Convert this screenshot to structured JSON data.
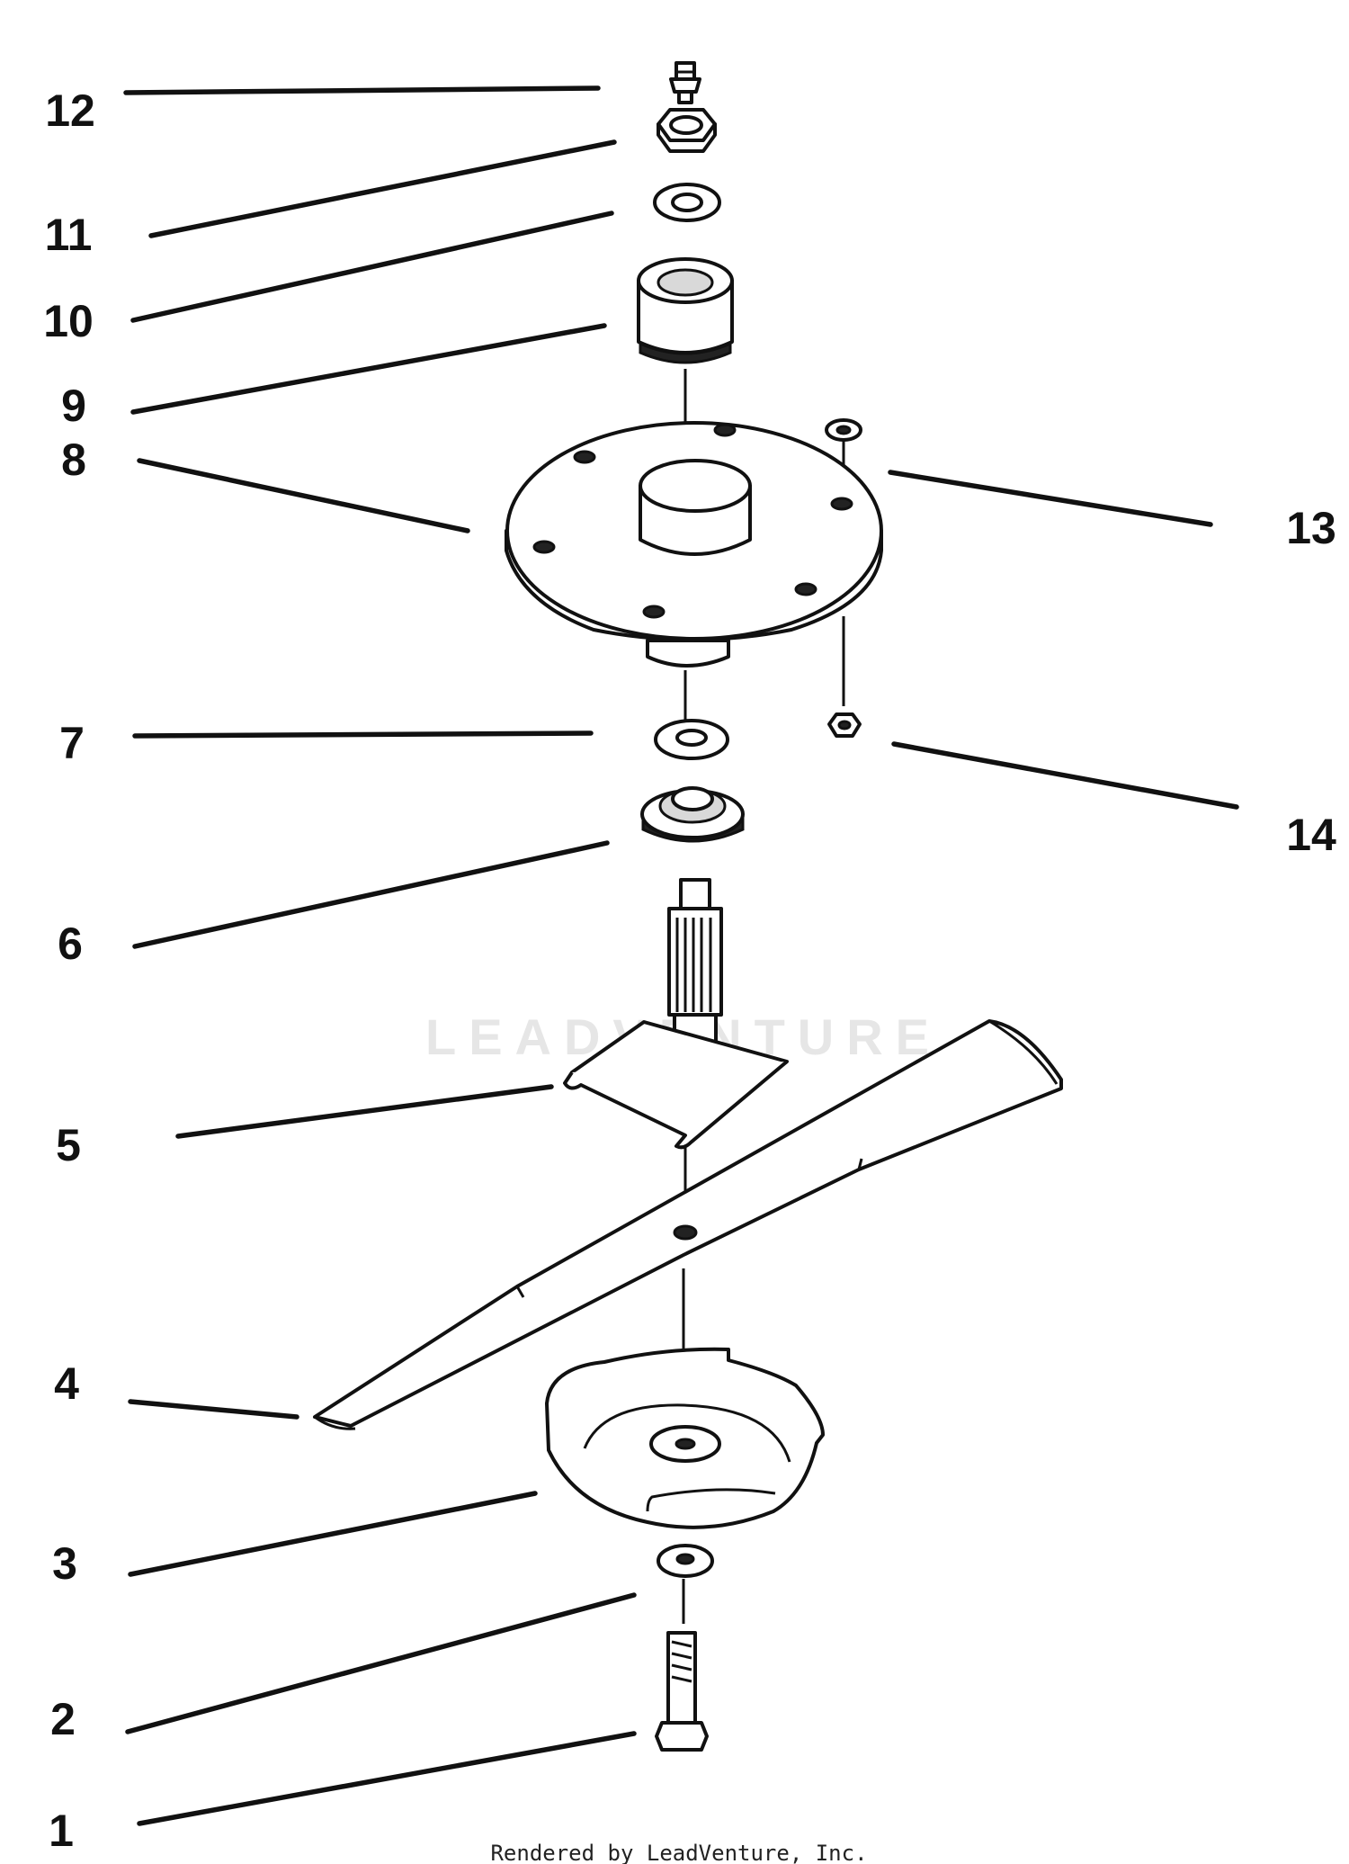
{
  "callouts": [
    "1",
    "2",
    "3",
    "4",
    "5",
    "6",
    "7",
    "8",
    "9",
    "10",
    "11",
    "12",
    "13",
    "14"
  ],
  "watermark": "LEADVENTURE",
  "footer": "Rendered by LeadVenture, Inc."
}
